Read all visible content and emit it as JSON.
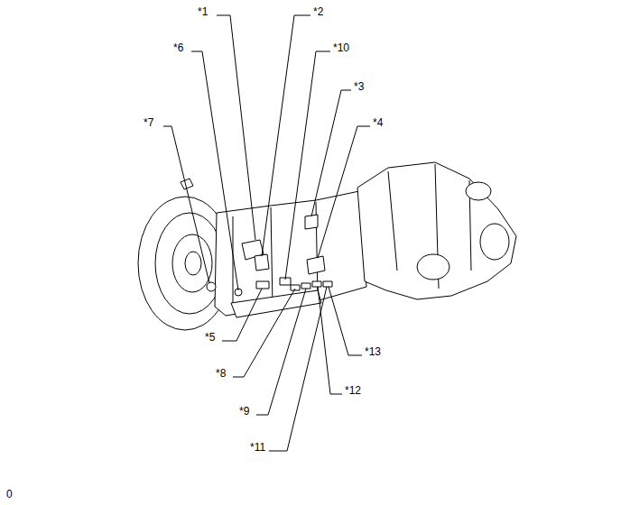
{
  "diagram": {
    "labels": [
      "*1",
      "*2",
      "*6",
      "*10",
      "*3",
      "*7",
      "*4",
      "*5",
      "*13",
      "*8",
      "*12",
      "*9",
      "*11",
      "0"
    ]
  }
}
